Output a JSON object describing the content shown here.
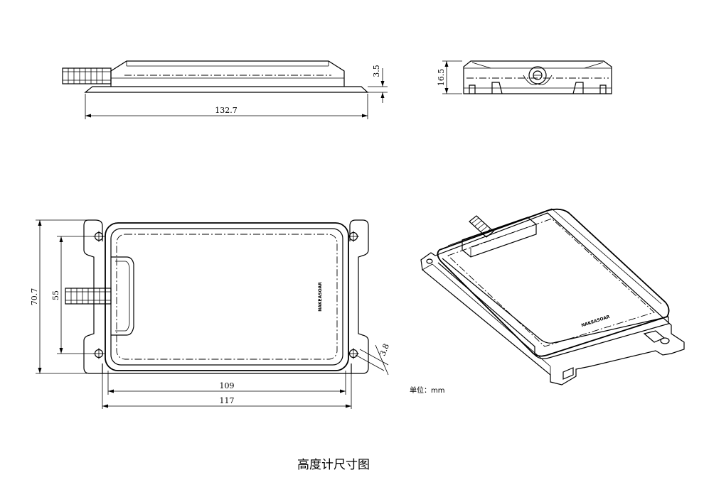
{
  "dimensions": {
    "side_length": "132.7",
    "side_flange_height": "3.5",
    "end_height": "16.5",
    "top_overall_height": "70.7",
    "top_hole_spacing_vertical": "55",
    "top_inner_width": "109",
    "top_overall_width": "117",
    "hole_diameter": "3.8"
  },
  "unit_label": "单位：mm",
  "caption": "高度计尺寸图",
  "logo_text": "NAKEASOAR"
}
